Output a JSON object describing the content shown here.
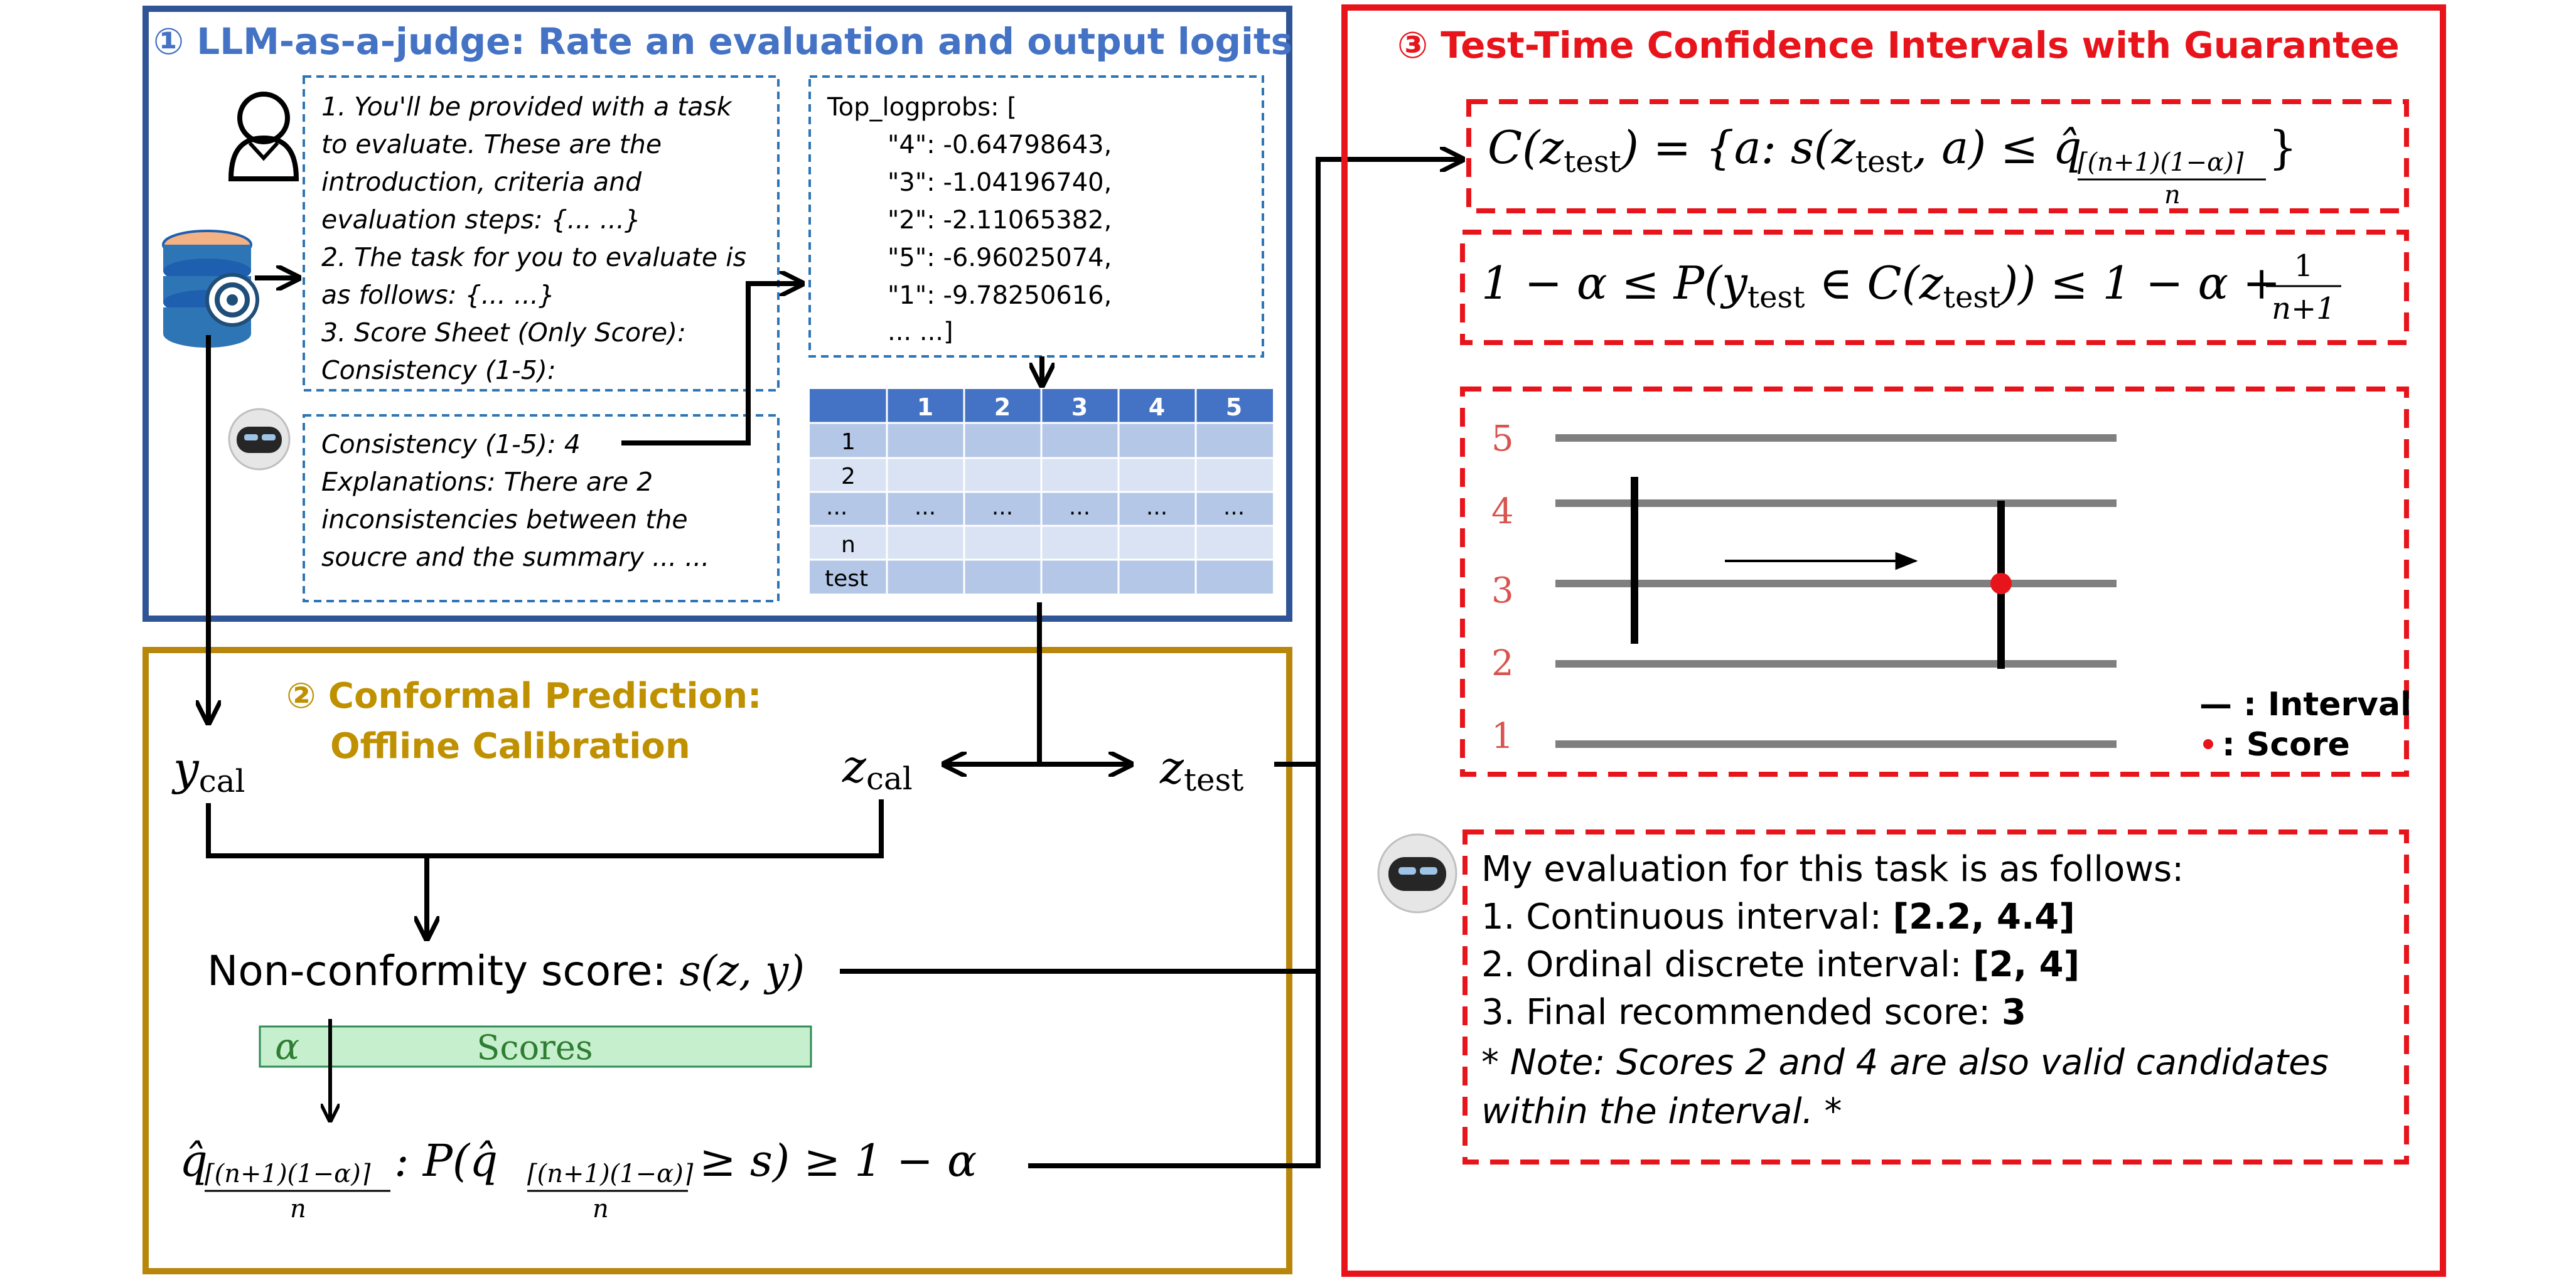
{
  "panel1": {
    "title": "① LLM-as-a-judge: Rate an evaluation and output logits",
    "prompt_lines": [
      "1. You'll be provided with a task",
      "to evaluate. These are the",
      "introduction, criteria and",
      "evaluation steps: {... ...}",
      "2. The task for you to evaluate is",
      "as follows: {... ...}",
      "3. Score Sheet (Only Score):",
      "Consistency (1-5):"
    ],
    "response_lines": [
      "Consistency (1-5): 4",
      "Explanations: There are 2",
      "inconsistencies between the",
      "soucre and the summary ... ..."
    ],
    "logprobs_lines": [
      "Top_logprobs: [",
      "\"4\": -0.64798643,",
      "\"3\": -1.04196740,",
      "\"2\": -2.11065382,",
      "\"5\": -6.96025074,",
      "\"1\": -9.78250616,",
      "... ...]"
    ],
    "table": {
      "headers": [
        "",
        "1",
        "2",
        "3",
        "4",
        "5"
      ],
      "rows": [
        [
          "1",
          "",
          "",
          "",
          "",
          ""
        ],
        [
          "2",
          "",
          "",
          "",
          "",
          ""
        ],
        [
          "...",
          "...",
          "...",
          "...",
          "...",
          "..."
        ],
        [
          "n",
          "",
          "",
          "",
          "",
          ""
        ],
        [
          "test",
          "",
          "",
          "",
          "",
          ""
        ]
      ]
    }
  },
  "panel2": {
    "title_line1": "② Conformal Prediction:",
    "title_line2": "Offline Calibration",
    "y_cal": {
      "base": "y",
      "sub": "cal"
    },
    "z_cal": {
      "base": "z",
      "sub": "cal"
    },
    "z_test": {
      "base": "z",
      "sub": "test"
    },
    "nonconformity_label": "Non-conformity score: ",
    "nonconformity_formula": "s(z, y)",
    "alpha_symbol": "α",
    "scores_label": "Scores",
    "quantile_formula_left": "q̂",
    "quantile_sub_top": "⌈(n+1)(1−α)⌉",
    "quantile_sub_bottom": "n",
    "quantile_formula_mid": ": P(q̂",
    "quantile_formula_right": "≥  s)  ≥  1 − α"
  },
  "panel3": {
    "title": "③ Test-Time Confidence Intervals with Guarantee",
    "set_formula_left": "C(z",
    "set_formula_test": "test",
    "set_formula_mid": ") = {a: s(z",
    "set_formula_mid2": ", a) ≤ q̂",
    "set_formula_sub_top": "⌈(n+1)(1−α)⌉",
    "set_formula_sub_bottom": "n",
    "set_formula_close": "}",
    "coverage_left": "1 − α ≤ P(y",
    "coverage_test": "test",
    "coverage_mid": " ∈ C(z",
    "coverage_right": ")) ≤ 1 − α +",
    "coverage_frac_top": "1",
    "coverage_frac_bottom": "n+1",
    "score_levels": [
      "5",
      "4",
      "3",
      "2",
      "1"
    ],
    "interval_legend": "— : Interval",
    "score_legend": ":  Score",
    "output_lines": [
      {
        "pre": "My evaluation for this task is as follows:",
        "bold": ""
      },
      {
        "pre": "1. Continuous interval: ",
        "bold": "[2.2, 4.4]"
      },
      {
        "pre": "2. Ordinal discrete interval: ",
        "bold": "[2, 4]"
      },
      {
        "pre": "3. Final recommended score: ",
        "bold": "3"
      }
    ],
    "note_lines": [
      "* Note: Scores 2 and 4 are also valid candidates",
      "within the interval. *"
    ]
  },
  "icons": [
    "user-icon",
    "database-gear-icon",
    "robot-icon"
  ],
  "colors": {
    "panel1_border": "#2F5597",
    "panel1_title": "#4472C4",
    "panel2_border": "#B8860B",
    "panel2_title": "#BF9000",
    "panel3_border": "#E8141B",
    "panel3_title": "#E8141B",
    "dashed_blue": "#2E75B6",
    "table_header": "#4472C4",
    "table_row_a": "#B4C7E7",
    "table_row_b": "#DAE3F3",
    "scores_fill": "#C6EFCE",
    "scores_border": "#2E8B57",
    "scores_text": "#2E7D32",
    "axis_labels": "#D9534F",
    "score_dot": "#E8141B",
    "grid_lines": "#7F7F7F"
  }
}
